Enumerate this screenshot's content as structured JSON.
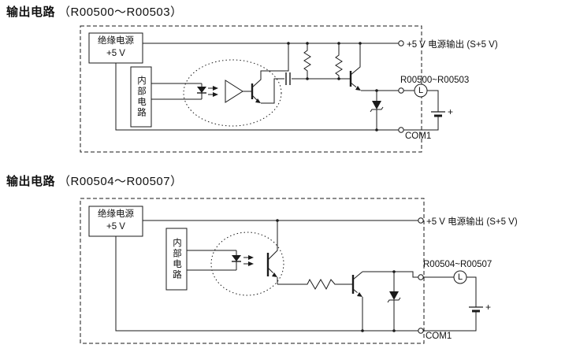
{
  "page": {
    "background": "#ffffff",
    "line_color": "#1a1a1a"
  },
  "sections": [
    {
      "title_prefix": "输出电路",
      "title_range": "（R00500～R00503）",
      "supply_line1": "绝缘电源",
      "supply_line2": "+5 V",
      "internal_label": "内部电路",
      "power_output_label": "+5 V 电源输出 (S+5 V)",
      "output_range_label": "R00500~R00503",
      "com_label": "COM1",
      "load_letter": "L",
      "battery_plus": "+"
    },
    {
      "title_prefix": "输出电路",
      "title_range": "（R00504～R00507）",
      "supply_line1": "绝缘电源",
      "supply_line2": "+5 V",
      "internal_label": "内部电路",
      "power_output_label": "+5 V 电源输出 (S+5 V)",
      "output_range_label": "R00504~R00507",
      "com_label": "COM1",
      "load_letter": "L",
      "battery_plus": "+"
    }
  ]
}
